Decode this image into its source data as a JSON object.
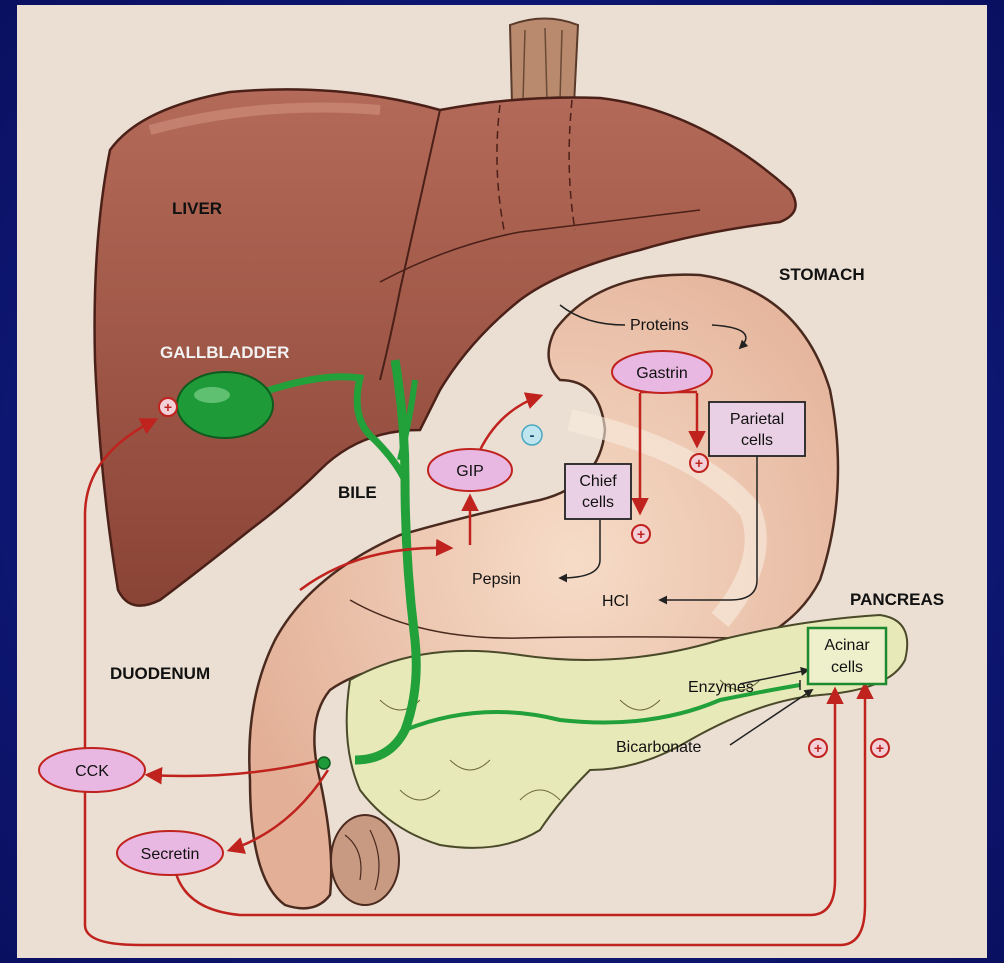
{
  "labels": {
    "liver": "LIVER",
    "gallbladder": "GALLBLADDER",
    "bile": "BILE",
    "stomach": "STOMACH",
    "duodenum": "DUODENUM",
    "pancreas": "PANCREAS",
    "proteins": "Proteins",
    "pepsin": "Pepsin",
    "hcl": "HCl",
    "enzymes": "Enzymes",
    "bicarbonate": "Bicarbonate"
  },
  "hormones": {
    "gastrin": "Gastrin",
    "gip": "GIP",
    "cck": "CCK",
    "secretin": "Secretin"
  },
  "cells": {
    "parietal_line1": "Parietal",
    "parietal_line2": "cells",
    "chief_line1": "Chief",
    "chief_line2": "cells",
    "acinar_line1": "Acinar",
    "acinar_line2": "cells"
  },
  "signs": {
    "plus": "+",
    "minus": "-"
  },
  "colors": {
    "background": "#1a2694",
    "paper": "#eadfd2",
    "liver": "#9a5040",
    "stomach": "#e8bfa5",
    "pancreas": "#e8e9b8",
    "bile": "#22a03a",
    "arrow": "#c0221e",
    "hormone_fill": "#e8b8e2"
  }
}
